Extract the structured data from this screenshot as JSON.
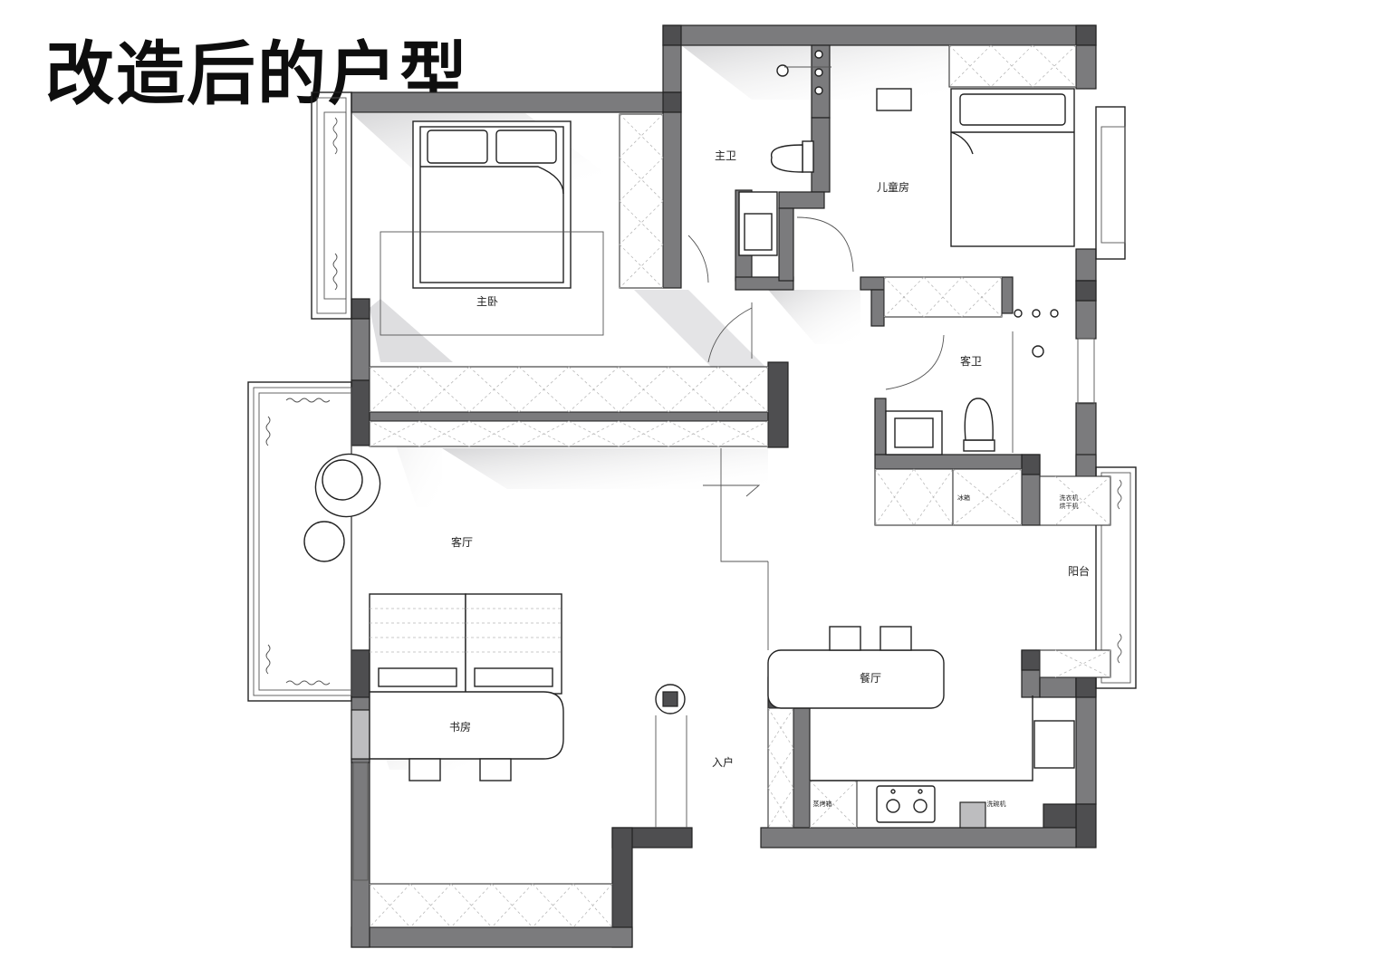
{
  "title": "改造后的户型",
  "rooms": {
    "master_bedroom": "主卧",
    "master_bath": "主卫",
    "kids_room": "儿童房",
    "guest_bath": "客卫",
    "living_room": "客厅",
    "balcony": "阳台",
    "dining_room": "餐厅",
    "study": "书房",
    "entrance": "入户"
  },
  "appliances": {
    "fridge": "冰箱",
    "washer_line1": "洗衣机",
    "washer_line2": "烘干机",
    "steam_oven": "蒸烤箱",
    "dishwasher": "洗碗机"
  }
}
